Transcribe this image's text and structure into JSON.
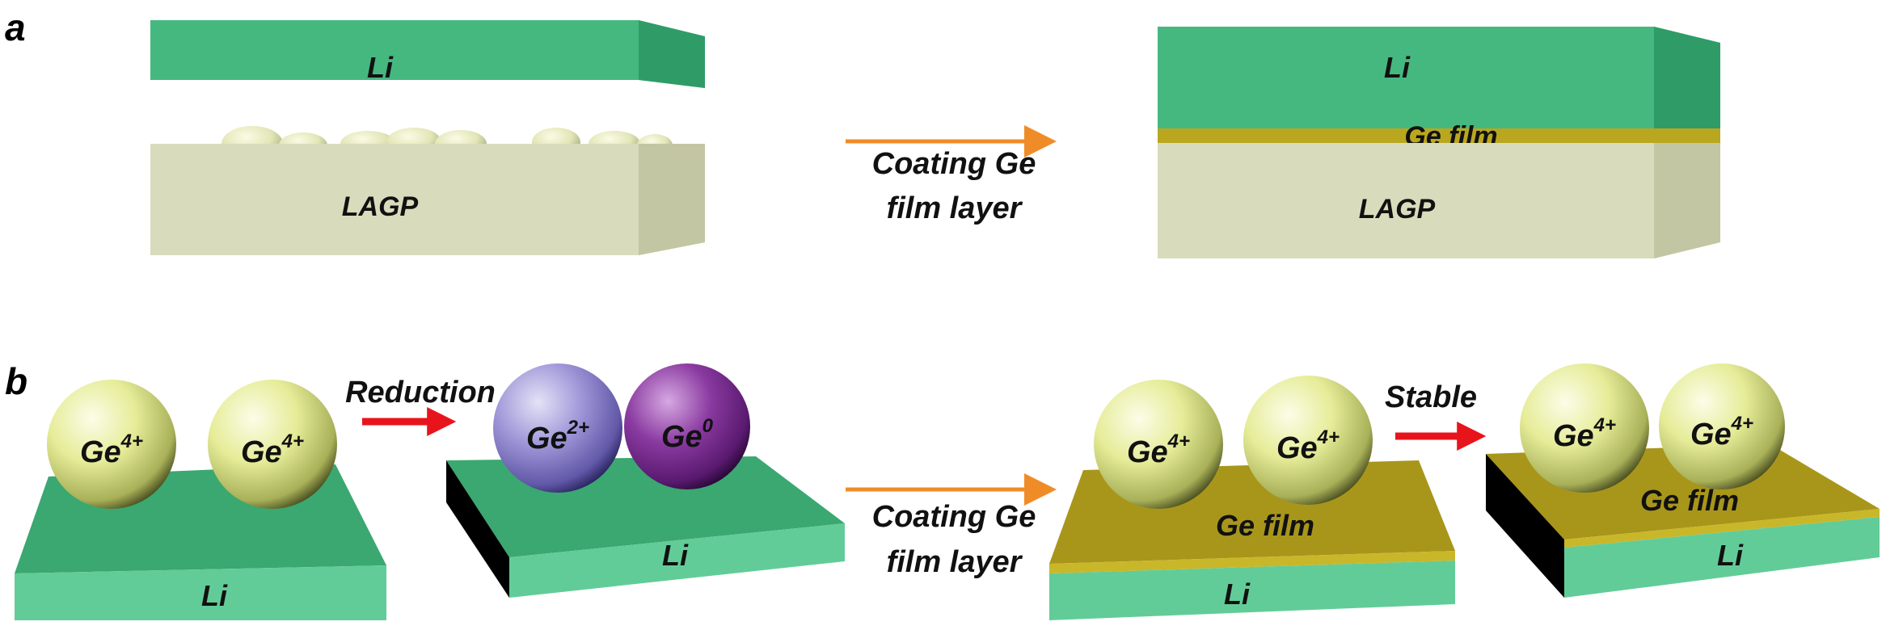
{
  "panel_a": {
    "letter": "a",
    "left_top_label": "Li",
    "left_bottom_label": "LAGP",
    "arrow_line1": "Coating Ge",
    "arrow_line2": "film layer",
    "right_top_label": "Li",
    "right_mid_label": "Ge film",
    "right_bottom_label": "LAGP"
  },
  "panel_b": {
    "letter": "b",
    "s1": {
      "ion1": "Ge",
      "ion1_sup": "4+",
      "ion2": "Ge",
      "ion2_sup": "4+",
      "base": "Li"
    },
    "arrow1": "Reduction",
    "s2": {
      "ion1": "Ge",
      "ion1_sup": "2+",
      "ion2": "Ge",
      "ion2_sup": "0",
      "base": "Li"
    },
    "arrow2_line1": "Coating Ge",
    "arrow2_line2": "film layer",
    "s3": {
      "ion1": "Ge",
      "ion1_sup": "4+",
      "ion2": "Ge",
      "ion2_sup": "4+",
      "film": "Ge film",
      "base": "Li"
    },
    "arrow3": "Stable",
    "s4": {
      "ion1": "Ge",
      "ion1_sup": "4+",
      "ion2": "Ge",
      "ion2_sup": "4+",
      "film": "Ge film",
      "base": "Li"
    }
  },
  "colors": {
    "li_front": "#45b880",
    "li_side": "#2f9c68",
    "li_top": "#62cc98",
    "lagp_front": "#d9dcbc",
    "lagp_side": "#c3c6a2",
    "ge_film_front": "#b9a720",
    "ge_film_top": "#a8961a",
    "orange_arrow": "#f08c28",
    "red_arrow": "#e8141c",
    "ge4_sphere": "#e6ec98",
    "ge2_sphere": "#9f96d8",
    "ge0_sphere": "#8a3aa0"
  }
}
